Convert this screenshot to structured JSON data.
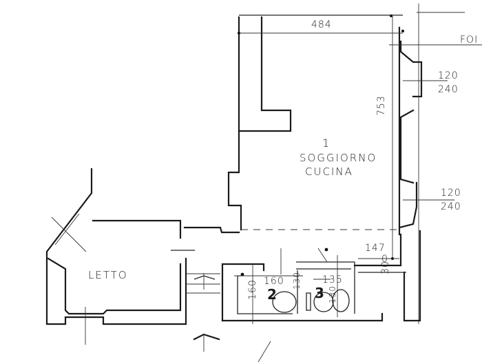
{
  "plan": {
    "type": "architectural floor plan (hand-drawn)",
    "rooms": [
      {
        "number": "1",
        "name_line1": "SOGGIORNO",
        "name_line2": "CUCINA"
      },
      {
        "number": "",
        "name_line1": "LETTO"
      },
      {
        "number": "2",
        "name_line1": ""
      },
      {
        "number": "3",
        "name_line1": ""
      }
    ],
    "dimensions": {
      "top_width": "484",
      "right_height": "753",
      "window_1_top": "120",
      "window_1_bottom": "240",
      "window_2_top": "120",
      "window_2_bottom": "240",
      "bath_corridor": "147",
      "bath_small_a": "0",
      "bath_small_b": "30",
      "bath2_width": "160",
      "bath2_height": "160",
      "bath2_small": "130",
      "bath3_width": "135",
      "bath3_small": "130"
    },
    "annotations": {
      "top_right_label": "FOI"
    }
  }
}
